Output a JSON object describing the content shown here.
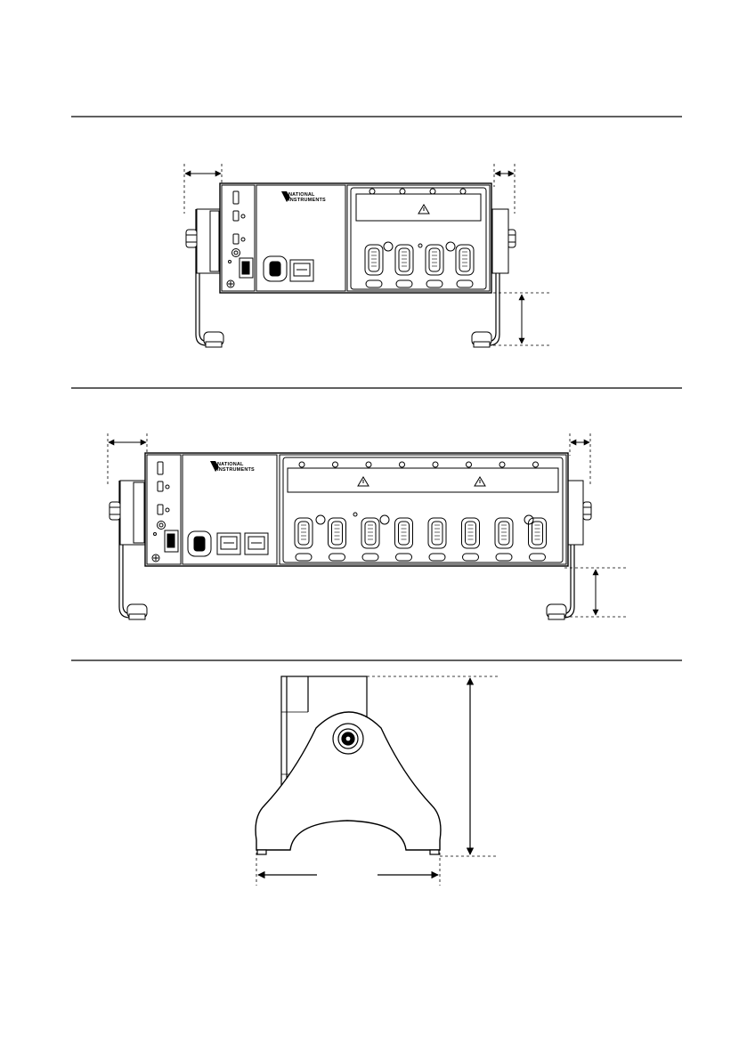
{
  "brand": {
    "logo_line1": "NATIONAL",
    "logo_line2": "INSTRUMENTS"
  },
  "colors": {
    "ink": "#000000",
    "paper": "#ffffff",
    "light_fill": "#f0f0f0",
    "panel_fill": "#e6e6e6"
  },
  "figures": [
    {
      "id": "four-slot-front",
      "slots": 4
    },
    {
      "id": "eight-slot-front",
      "slots": 8
    },
    {
      "id": "side-view"
    }
  ]
}
